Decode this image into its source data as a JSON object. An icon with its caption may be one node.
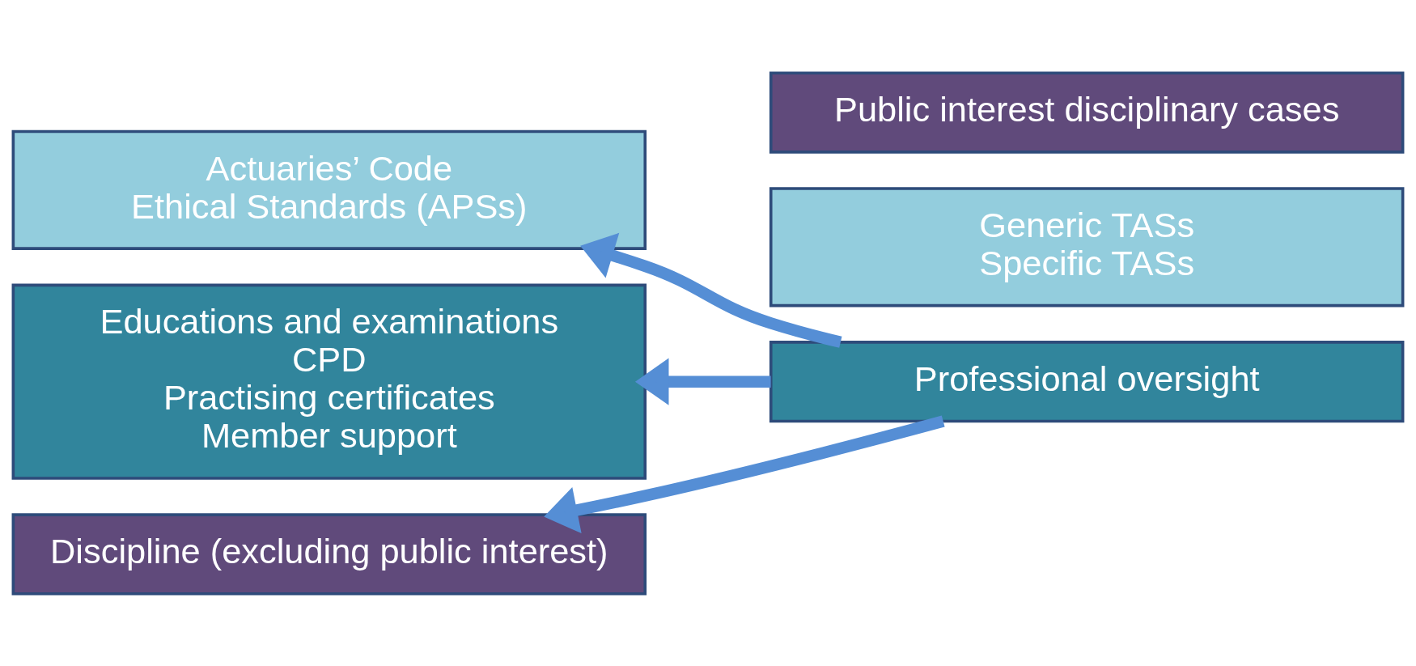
{
  "diagram": {
    "nodes": [
      {
        "text": [
          "Actuaries’ Code",
          "Ethical Standards (APSs)"
        ]
      },
      {
        "text": [
          "Generic TASs",
          "Specific TASs"
        ]
      },
      {
        "text": [
          "Educations and examinations",
          "CPD",
          "Practising certificates",
          "Member support"
        ]
      },
      {
        "text": [
          "Professional oversight"
        ]
      },
      {
        "text": [
          "Discipline (excluding public interest)"
        ]
      },
      {
        "text": [
          "Public interest disciplinary cases"
        ]
      }
    ],
    "edges": [
      {
        "from": 3,
        "to": 0,
        "arrow": "to"
      },
      {
        "from": 3,
        "to": 2,
        "arrow": "to"
      },
      {
        "from": 3,
        "to": 4,
        "arrow": "to"
      }
    ]
  }
}
